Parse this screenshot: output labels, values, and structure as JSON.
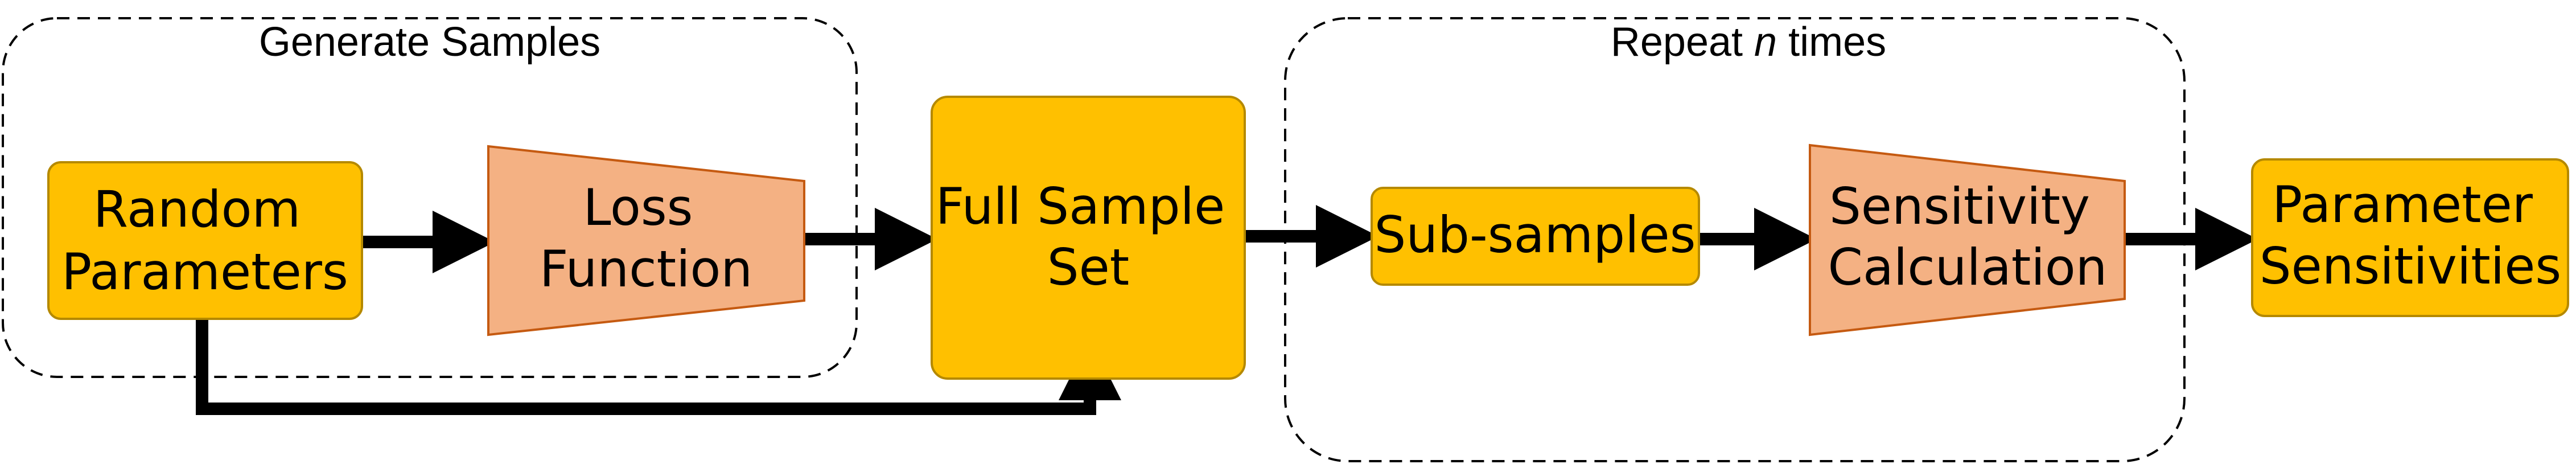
{
  "colors": {
    "box_fill": "#FFC000",
    "box_stroke": "#B58900",
    "trap_fill": "#F4B183",
    "trap_stroke": "#C55A11",
    "arrow": "#000000",
    "group_border": "#000000"
  },
  "groups": {
    "generate": {
      "label": "Generate Samples"
    },
    "repeat": {
      "label_prefix": "Repeat ",
      "label_var": "n",
      "label_suffix": " times"
    }
  },
  "nodes": {
    "random_params": {
      "line1": "Random",
      "line2": "Parameters"
    },
    "loss_function": {
      "line1": "Loss",
      "line2": "Function"
    },
    "full_sample_set": {
      "line1": "Full Sample",
      "line2": "Set"
    },
    "sub_samples": {
      "line1": "Sub-samples"
    },
    "sensitivity_calc": {
      "line1": "Sensitivity",
      "line2": "Calculation"
    },
    "param_sensitivities": {
      "line1": "Parameter",
      "line2": "Sensitivities"
    }
  }
}
